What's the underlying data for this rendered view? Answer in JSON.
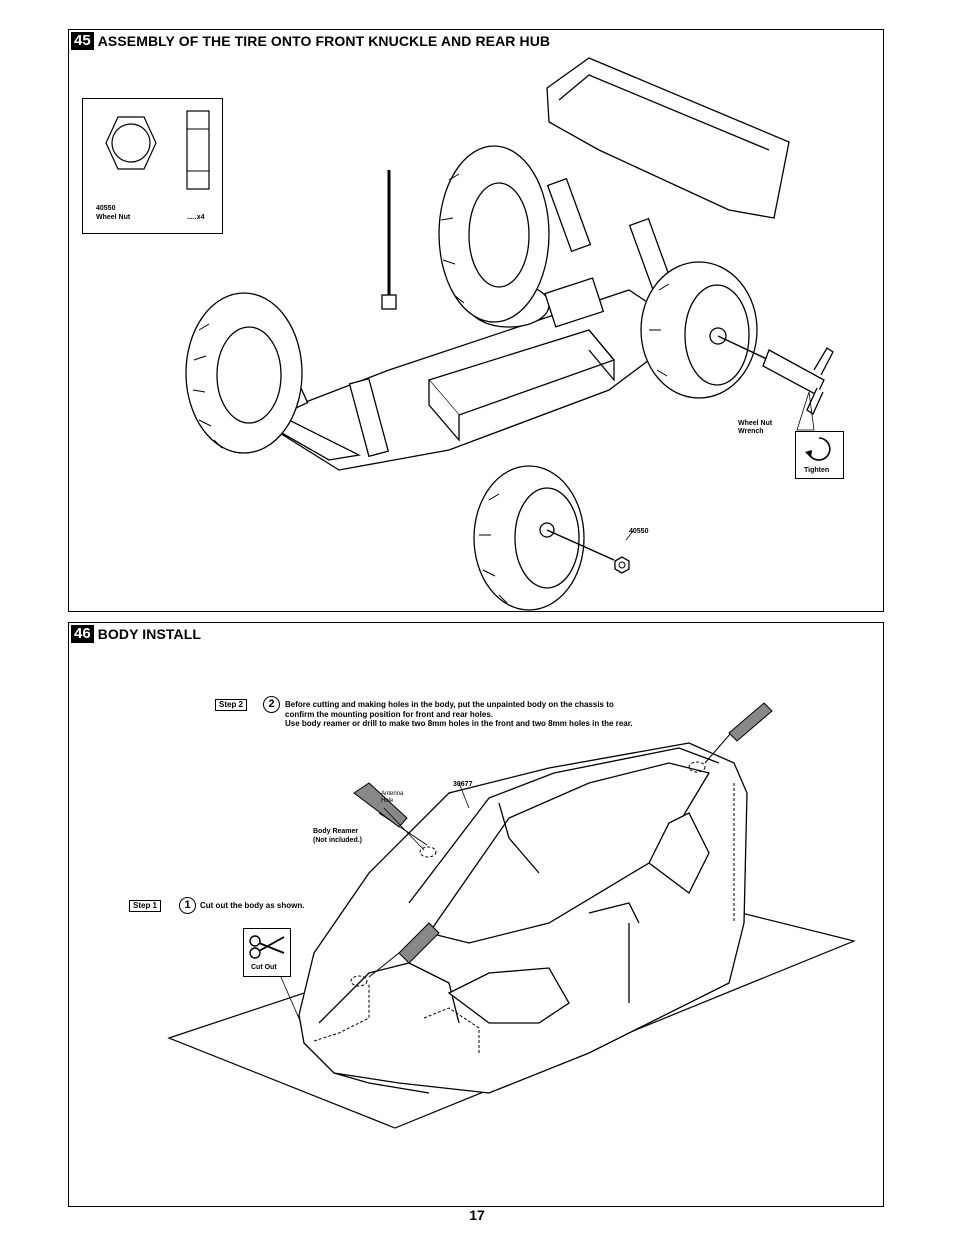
{
  "step45": {
    "number": "45",
    "title": "ASSEMBLY OF THE TIRE ONTO FRONT KNUCKLE AND REAR HUB",
    "parts_box": {
      "part_no": "40550",
      "part_name": "Wheel Nut",
      "qty": ".....x4"
    },
    "labels": {
      "wrench": "Wheel Nut\nWrench",
      "tighten": "Tighten",
      "nut_callout": "40550"
    }
  },
  "step46": {
    "number": "46",
    "title": "BODY INSTALL",
    "step2": {
      "tag": "Step 2",
      "num": "2",
      "text": "Before cutting and making holes in the body, put the unpainted body on the chassis to\nconfirm the mounting position for front and rear holes.\nUse body reamer or drill to make two 8mm holes in the front and two 8mm holes in the rear."
    },
    "step1": {
      "tag": "Step 1",
      "num": "1",
      "text": "Cut out the  body as shown."
    },
    "labels": {
      "body_part": "30677",
      "antenna_hole": "Antenna\nHole",
      "reamer": "Body Reamer\n(Not included.)",
      "cut_out": "Cut Out"
    }
  },
  "page_number": "17",
  "icons": [
    "hex-nut-icon",
    "tighten-rotate-icon",
    "scissors-icon",
    "wheel-nut-wrench-icon",
    "body-reamer-icon"
  ]
}
